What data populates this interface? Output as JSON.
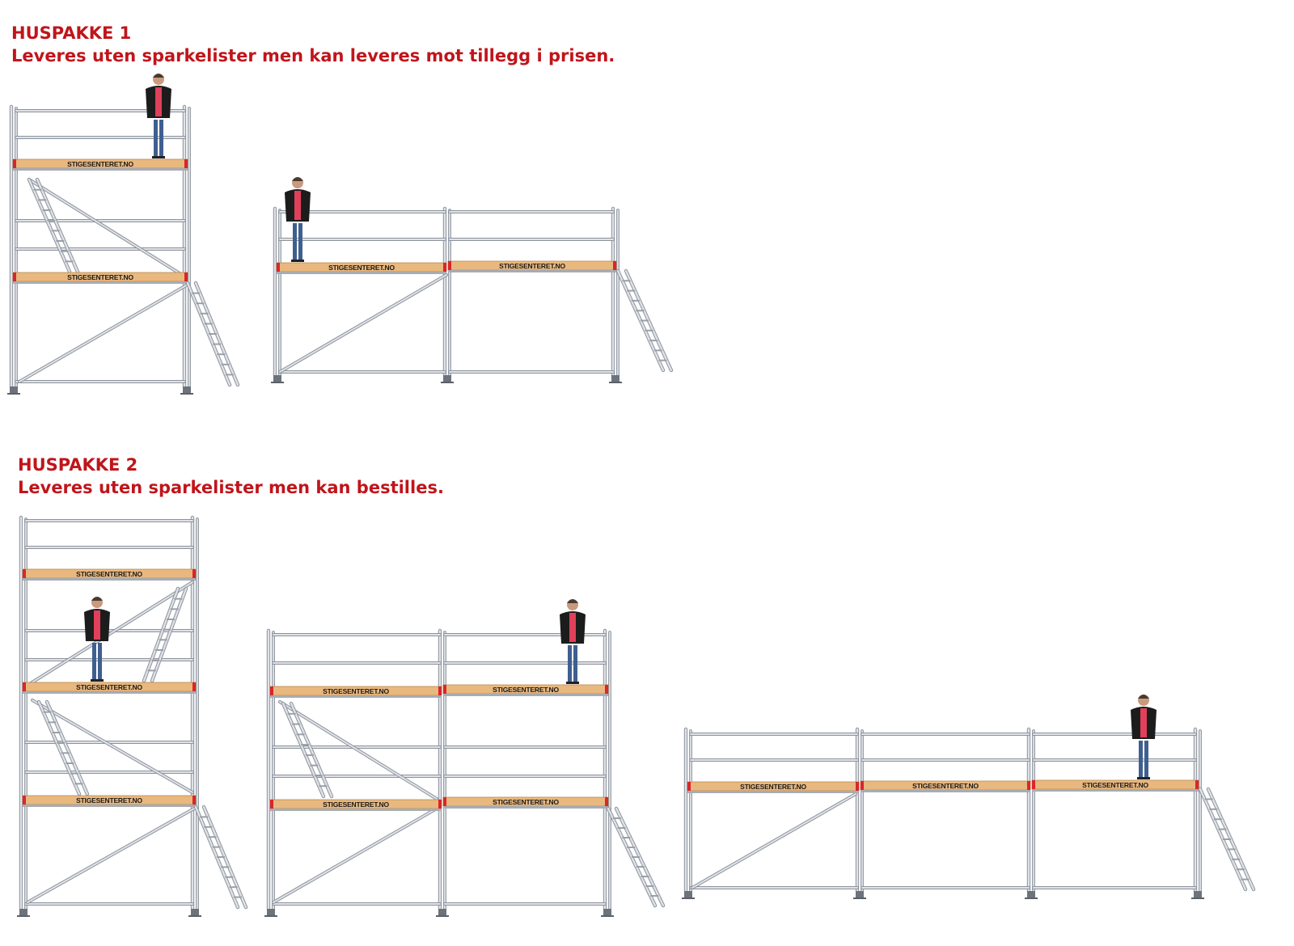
{
  "sections": [
    {
      "title": "HUSPAKKE 1",
      "subtitle": "Leveres uten sparkelister men kan leveres mot tillegg i prisen."
    },
    {
      "title": "HUSPAKKE 2",
      "subtitle": "Leveres uten sparkelister men kan bestilles."
    }
  ],
  "plank_label": "STIGESENTERET.NO",
  "colors": {
    "heading": "#c0151b",
    "plank": "#e9b87e",
    "plank_end": "#d9262a",
    "frame": "#b8bcc4",
    "shirt": "#e0405a",
    "jacket": "#1c1c1c",
    "jeans": "#3f5f8f"
  }
}
